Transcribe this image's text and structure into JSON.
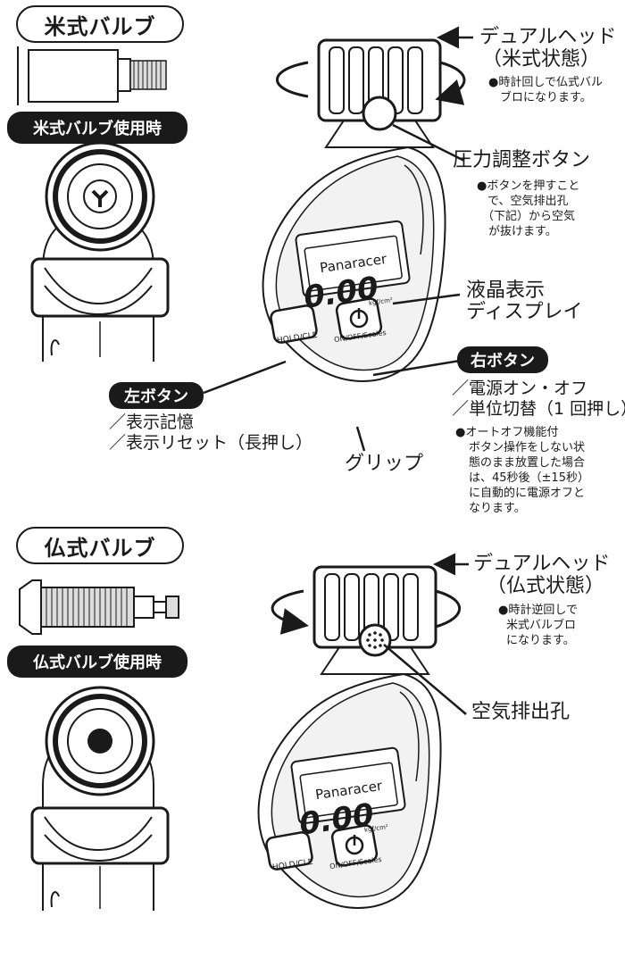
{
  "section1": {
    "title": "米式バルブ",
    "in_use": "米式バルブ使用時",
    "dual_head": "デュアルヘッド",
    "dual_head_state": "（米式状態）",
    "dual_head_note": [
      "●時計回しで仏式バル",
      "ブロになります。"
    ],
    "pressure_button": "圧力調整ボタン",
    "pressure_note": [
      "●ボタンを押すこと",
      "で、空気排出孔",
      "（下記）から空気",
      "が抜けます。"
    ],
    "lcd": [
      "液晶表示",
      "ディスプレイ"
    ],
    "right_button": "右ボタン",
    "right_functions": [
      "／電源オン・オフ",
      "／単位切替（1 回押し）"
    ],
    "auto_off_note": [
      "●オートオフ機能付",
      "ボタン操作をしない状",
      "態のまま放置した場合",
      "は、45秒後（±15秒）",
      "に自動的に電源オフと",
      "なります。"
    ],
    "left_button": "左ボタン",
    "left_functions": [
      "／表示記憶",
      "／表示リセット（長押し）"
    ],
    "grip": "グリップ"
  },
  "section2": {
    "title": "仏式バルブ",
    "in_use": "仏式バルブ使用時",
    "dual_head": "デュアルヘッド",
    "dual_head_state": "（仏式状態）",
    "dual_head_note": [
      "●時計逆回しで",
      "米式バルブロ",
      "になります。"
    ],
    "air_hole": "空気排出孔"
  },
  "device": {
    "brand": "Panaracer",
    "display": "0.00",
    "unit": "kgf/cm²",
    "hold": "HOLD/CLE",
    "onoff": "ON/OFF/Scales"
  }
}
